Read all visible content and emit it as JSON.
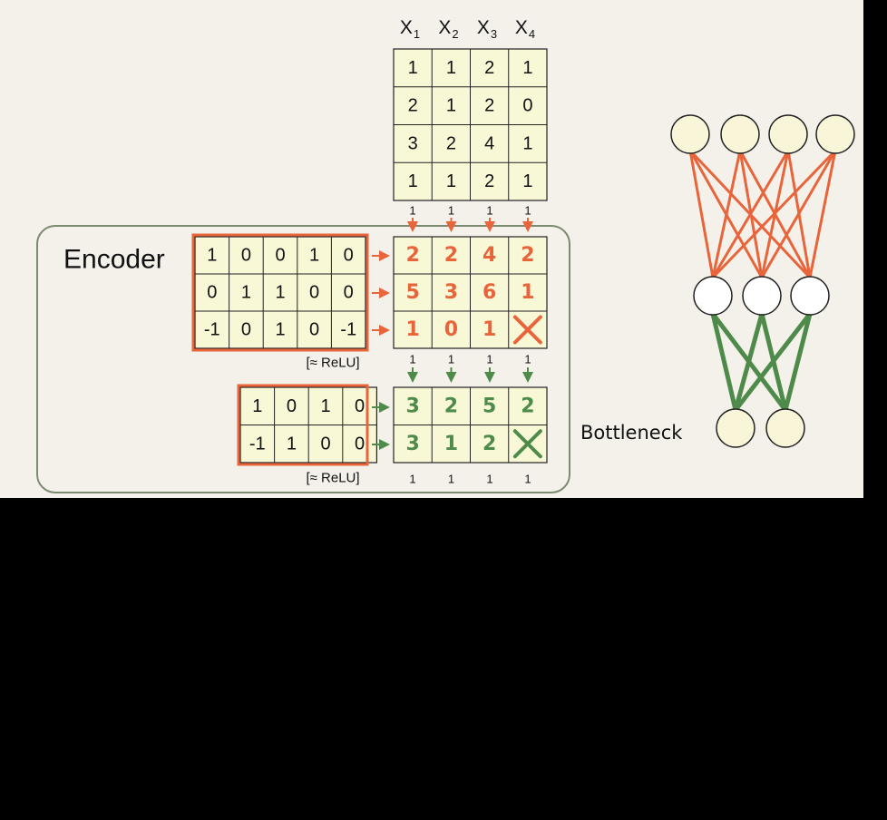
{
  "colors": {
    "paper": "#f4f1ea",
    "matrix_fill": "#f8f7d6",
    "orange": "#e8643a",
    "green": "#4e8a4a",
    "frame": "#7e8a70",
    "node_fill": "#f8f5d8"
  },
  "headers": [
    {
      "base": "X",
      "sub": "1"
    },
    {
      "base": "X",
      "sub": "2"
    },
    {
      "base": "X",
      "sub": "3"
    },
    {
      "base": "X",
      "sub": "4"
    }
  ],
  "input_matrix": [
    [
      "1",
      "1",
      "2",
      "1"
    ],
    [
      "2",
      "1",
      "2",
      "0"
    ],
    [
      "3",
      "2",
      "4",
      "1"
    ],
    [
      "1",
      "1",
      "2",
      "1"
    ]
  ],
  "bias_row_1": [
    "1",
    "1",
    "1",
    "1"
  ],
  "bias_row_2": [
    "1",
    "1",
    "1",
    "1"
  ],
  "bias_row_3": [
    "1",
    "1",
    "1",
    "1"
  ],
  "encoder_label": "Encoder",
  "weights_1": [
    [
      "1",
      "0",
      "0",
      "1",
      "0"
    ],
    [
      "0",
      "1",
      "1",
      "0",
      "0"
    ],
    [
      "-1",
      "0",
      "1",
      "0",
      "-1"
    ]
  ],
  "hidden_1": [
    [
      "2",
      "2",
      "4",
      "2"
    ],
    [
      "5",
      "3",
      "6",
      "1"
    ],
    [
      "1",
      "0",
      "1",
      "X"
    ]
  ],
  "relu_label": "[≈ ReLU]",
  "weights_2": [
    [
      "1",
      "0",
      "1",
      "0"
    ],
    [
      "-1",
      "1",
      "0",
      "0"
    ]
  ],
  "hidden_2": [
    [
      "3",
      "2",
      "5",
      "2"
    ],
    [
      "3",
      "1",
      "2",
      "X"
    ]
  ],
  "bottleneck_label": "Bottleneck",
  "network": {
    "layers": [
      4,
      3,
      2
    ]
  }
}
